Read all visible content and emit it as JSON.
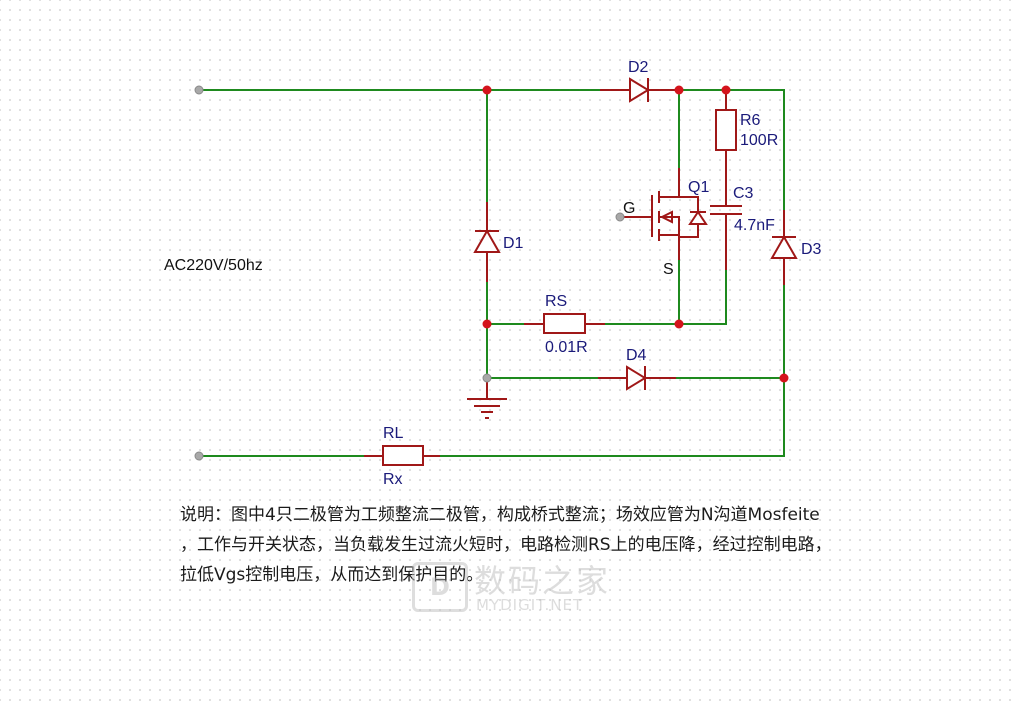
{
  "diagram": {
    "type": "circuit-schematic",
    "source_label": "AC220V/50hz",
    "components": {
      "D1": {
        "ref": "D1",
        "kind": "diode"
      },
      "D2": {
        "ref": "D2",
        "kind": "diode"
      },
      "D3": {
        "ref": "D3",
        "kind": "diode"
      },
      "D4": {
        "ref": "D4",
        "kind": "diode"
      },
      "Q1": {
        "ref": "Q1",
        "kind": "n-channel-mosfet",
        "gate_label": "G",
        "source_label": "S"
      },
      "R6": {
        "ref": "R6",
        "value": "100R"
      },
      "C3": {
        "ref": "C3",
        "value": "4.7nF"
      },
      "RS": {
        "ref": "RS",
        "value": "0.01R"
      },
      "RL": {
        "ref": "RL",
        "value": "Rx"
      }
    },
    "colors": {
      "wire": "#1e8a1e",
      "component": "#a01818",
      "junction": "#d4141c",
      "label": "#1a1a7a",
      "port": "#a8a8a8"
    }
  },
  "description": {
    "lines": [
      "说明：图中4只二极管为工频整流二极管，构成桥式整流；场效应管为N沟道Mosfeite",
      "，工作与开关状态，当负载发生过流火短时，电路检测RS上的电压降，经过控制电路，",
      "拉低Vgs控制电压，从而达到保护目的。"
    ]
  },
  "watermark": {
    "logo": "D",
    "text_cn": "数码之家",
    "text_en": "MYDIGIT.NET"
  }
}
